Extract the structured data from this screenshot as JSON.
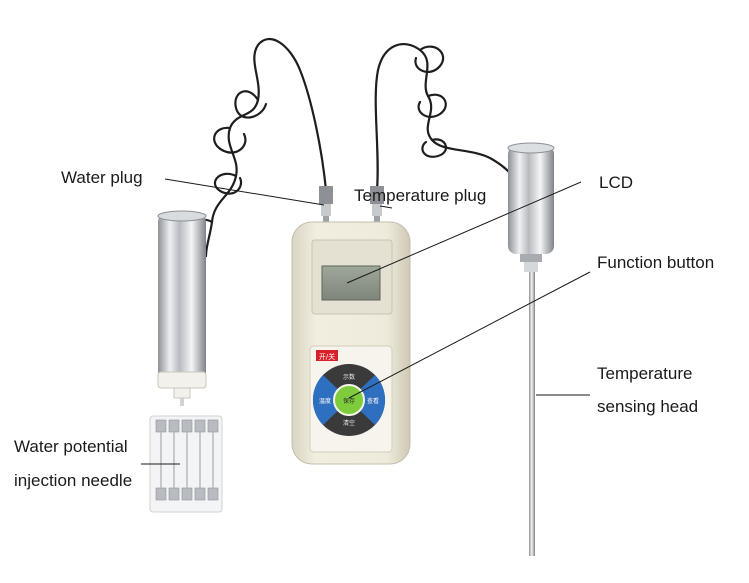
{
  "labels": {
    "water_plug": "Water plug",
    "temperature_plug": "Temperature plug",
    "lcd": "LCD",
    "function_button": "Function button",
    "temperature_sensing_head": {
      "line1": "Temperature",
      "line2": "sensing head"
    },
    "water_potential_injection_needle": {
      "line1": "Water potential",
      "line2": "injection needle"
    }
  },
  "device": {
    "power_button": "开/关",
    "keys": {
      "top": "示数",
      "left": "温度",
      "center": "保存",
      "right": "查看",
      "bottom": "清空"
    }
  },
  "colors": {
    "device_body": "#eeeadb",
    "key_blue": "#2f6fbf",
    "key_green": "#7ecb3c",
    "key_dark": "#3a3a3a",
    "power_red": "#d8202a",
    "metal": "#c9ccd0"
  }
}
